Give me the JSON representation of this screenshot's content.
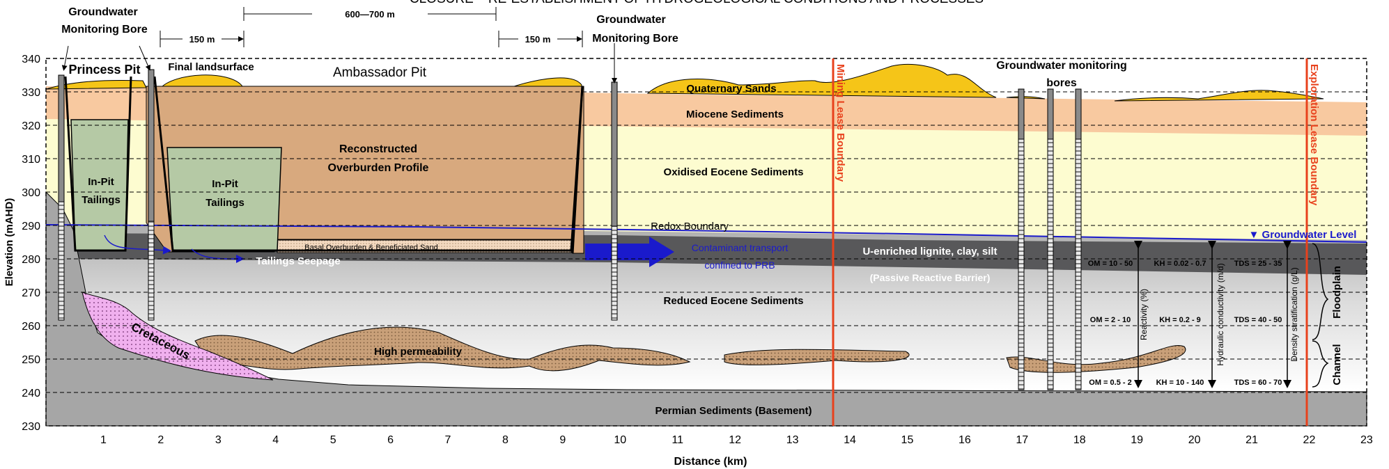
{
  "title": "CLOSURE – RE-ESTABLISHMENT OF HYDROGEOLOGICAL CONDITIONS AND PROCESSES",
  "axes": {
    "x_label": "Distance (km)",
    "y_label": "Elevation (mAHD)",
    "x_ticks": [
      "1",
      "2",
      "3",
      "4",
      "5",
      "6",
      "7",
      "8",
      "9",
      "10",
      "11",
      "12",
      "13",
      "14",
      "15",
      "16",
      "17",
      "18",
      "19",
      "20",
      "21",
      "22",
      "23"
    ],
    "y_ticks": [
      "230",
      "240",
      "250",
      "260",
      "270",
      "280",
      "290",
      "300",
      "310",
      "320",
      "330",
      "340"
    ]
  },
  "dimensions": {
    "span_main": "600—700 m",
    "span_left": "150 m",
    "span_right": "150 m"
  },
  "monitoring": {
    "left_line1": "Groundwater",
    "left_line2": "Monitoring Bore",
    "mid_line1": "Groundwater",
    "mid_line2": "Monitoring Bore",
    "right_line1": "Groundwater monitoring",
    "right_line2": "bores"
  },
  "pits": {
    "princess": "Princess Pit",
    "final_landsurface": "Final landsurface",
    "ambassador": "Ambassador Pit"
  },
  "layers": {
    "quaternary": "Quaternary Sands",
    "miocene": "Miocene Sediments",
    "oxidised": "Oxidised Eocene Sediments",
    "reconstructed_1": "Reconstructed",
    "reconstructed_2": "Overburden Profile",
    "tailings_a1": "In-Pit",
    "tailings_a2": "Tailings",
    "tailings_b1": "In-Pit",
    "tailings_b2": "Tailings",
    "redox": "Redox Boundary",
    "basal": "Basal Overburden & Beneficiated Sand",
    "seepage": "Tailings Seepage",
    "contaminant_1": "Contaminant transport",
    "contaminant_2": "confined to PRB",
    "lignite": "U-enriched lignite, clay, silt",
    "prb": "(Passive Reactive Barrier)",
    "groundwater_level": "▼ Groundwater Level",
    "reduced": "Reduced Eocene Sediments",
    "cretaceous": "Cretaceous",
    "high_perm": "High permeability",
    "permian": "Permian Sediments (Basement)"
  },
  "boundaries": {
    "mining": "Mining Lease Boundary",
    "exploration": "Exploration Lease Boundary"
  },
  "gradients": {
    "reactivity": "Reactivity (%)",
    "conductivity": "Hydraulic conductivity (m/d)",
    "density": "Density stratification (g/L)"
  },
  "properties": {
    "om_top": "OM = 10 - 50",
    "om_mid": "OM = 2 - 10",
    "om_bot": "OM = 0.5 - 2",
    "k_top": "KH = 0.02 - 0.7",
    "k_mid": "KH = 0.2 - 9",
    "k_bot": "KH = 10 - 140",
    "tds_top": "TDS = 25 - 35",
    "tds_mid": "TDS = 40 - 50",
    "tds_bot": "TDS = 60 - 70"
  },
  "zones": {
    "floodplain": "Floodplain",
    "channel": "Channel"
  },
  "colors": {
    "quaternary": "#f5c518",
    "miocene": "#f8c9a0",
    "oxidised": "#fdfcd0",
    "overburden": "#d8a97e",
    "tailings": "#b5c9a5",
    "lignite": "#58585a",
    "permian": "#a6a6a6",
    "cretaceous": "#f0b0ee",
    "high_perm": "#c9a079",
    "boundary": "#e8411c",
    "water": "#1a1acc"
  }
}
